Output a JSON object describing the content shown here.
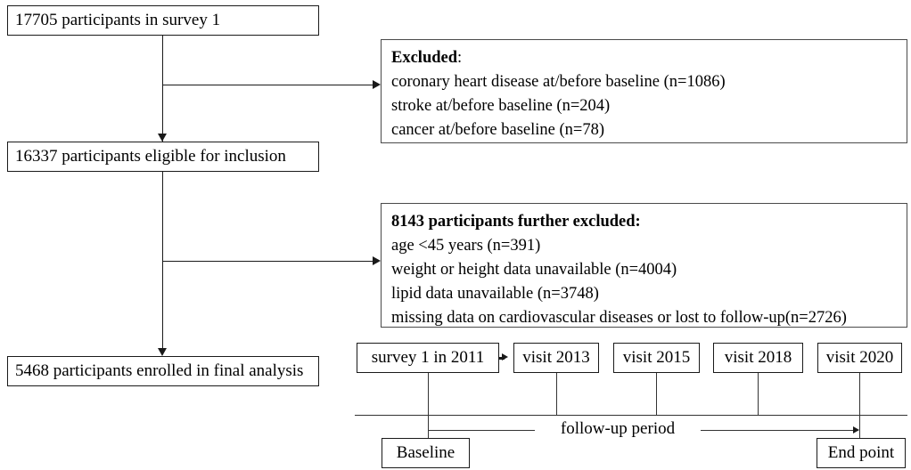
{
  "flow": {
    "boxes": {
      "survey": "17705 participants in survey 1",
      "eligible": "16337 participants eligible for inclusion",
      "final": "5468 participants enrolled in final analysis"
    },
    "excluded_1": {
      "heading": "Excluded",
      "heading_suffix": ":",
      "lines": [
        "coronary heart disease at/before baseline (n=1086)",
        "stroke at/before baseline (n=204)",
        "cancer at/before baseline (n=78)"
      ]
    },
    "excluded_2": {
      "heading": "8143 participants further excluded:",
      "lines": [
        "age <45 years (n=391)",
        "weight or height data unavailable (n=4004)",
        "lipid data unavailable (n=3748)",
        "missing data on cardiovascular diseases or lost to follow-up(n=2726)"
      ]
    }
  },
  "timeline": {
    "visits": [
      "survey 1 in 2011",
      "visit 2013",
      "visit 2015",
      "visit 2018",
      "visit 2020"
    ],
    "period_label": "follow-up period",
    "baseline_label": "Baseline",
    "endpoint_label": "End point"
  },
  "colors": {
    "line": "#1a1a1a",
    "panel_border": "#4a4a4a",
    "background": "#ffffff"
  }
}
